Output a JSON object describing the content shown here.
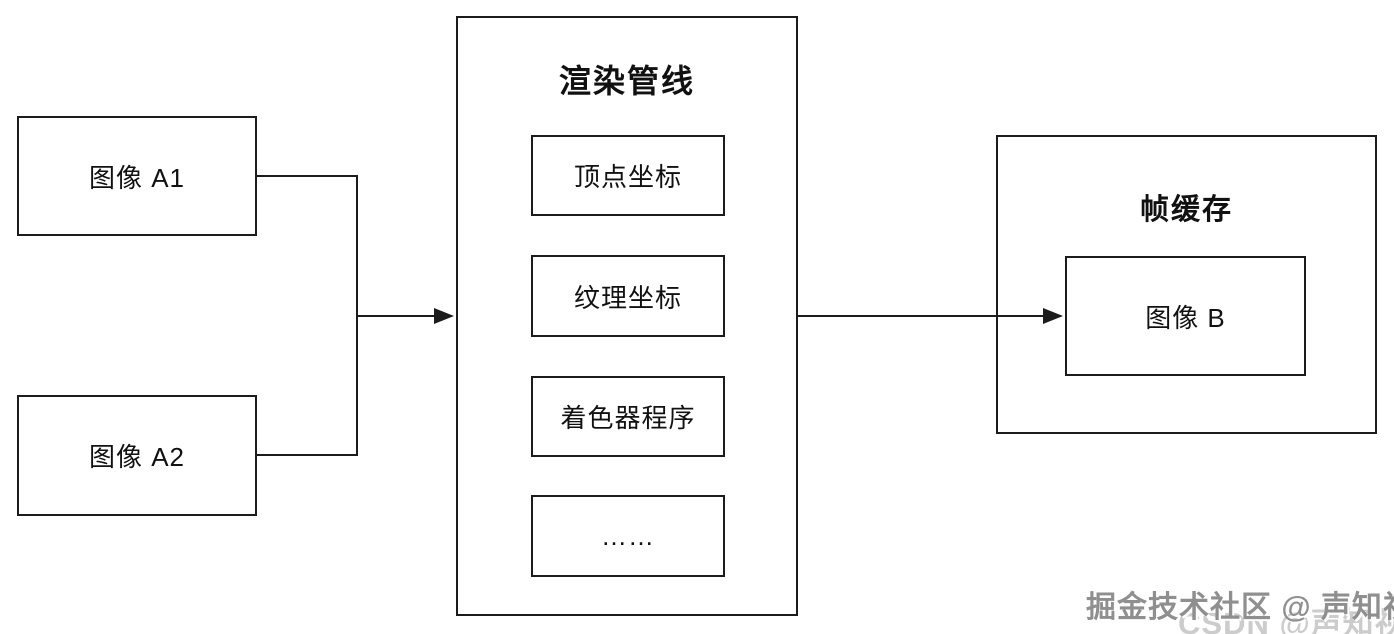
{
  "diagram": {
    "nodes": {
      "image_a1": {
        "label": "图像 A1"
      },
      "image_a2": {
        "label": "图像 A2"
      },
      "pipeline": {
        "title": "渲染管线",
        "stages": [
          {
            "label": "顶点坐标"
          },
          {
            "label": "纹理坐标"
          },
          {
            "label": "着色器程序"
          },
          {
            "label": "……"
          }
        ]
      },
      "framebuffer": {
        "title": "帧缓存",
        "content": {
          "label": "图像 B"
        }
      }
    },
    "watermarks": {
      "primary": "掘金技术社区 @ 声知视界",
      "secondary": "CSDN @声知视界"
    },
    "colors": {
      "background": "#ffffff",
      "stroke": "#1c1c1c",
      "text": "#111111",
      "watermark_primary": "#8f8f8f",
      "watermark_secondary": "#cccccc"
    }
  }
}
